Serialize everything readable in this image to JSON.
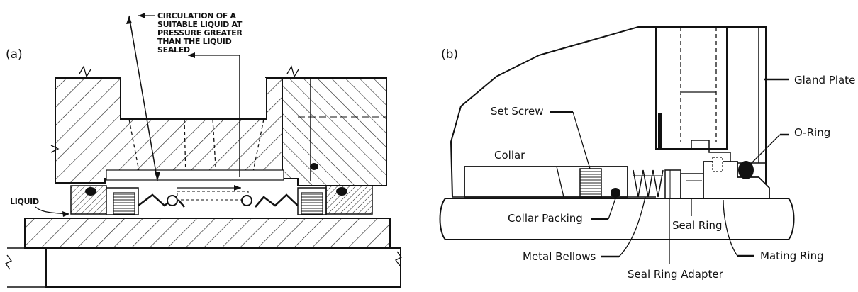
{
  "panel_a": {
    "label": "(a)",
    "annotation": [
      "CIRCULATION OF A",
      "SUITABLE LIQUID AT",
      "PRESSURE GREATER",
      "THAN THE LIQUID",
      "SEALED"
    ],
    "liquid_label": "LIQUID"
  },
  "panel_b": {
    "label": "(b)",
    "callouts": {
      "gland_plate": "Gland Plate",
      "set_screw": "Set Screw",
      "collar": "Collar",
      "o_ring": "O-Ring",
      "collar_packing": "Collar Packing",
      "seal_ring": "Seal Ring",
      "metal_bellows": "Metal Bellows",
      "mating_ring": "Mating Ring",
      "seal_ring_adapter": "Seal Ring Adapter"
    }
  }
}
